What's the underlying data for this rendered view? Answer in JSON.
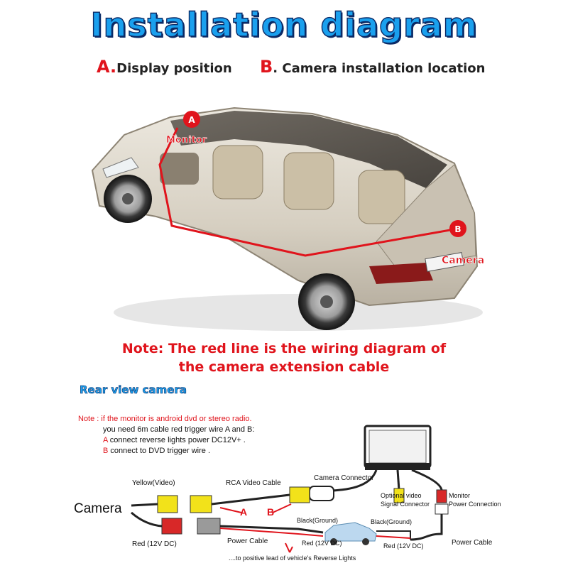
{
  "title": "Installation diagram",
  "labels": {
    "a_letter": "A.",
    "a_text": "Display position",
    "b_letter": "B",
    "b_text": ". Camera installation location"
  },
  "car": {
    "monitor_tag": "Monitor",
    "camera_tag": "Camera",
    "a_marker": "A",
    "b_marker": "B"
  },
  "red_note": {
    "line1": "Note: The red line is the wiring diagram of",
    "line2": "the camera extension cable"
  },
  "rear_section": {
    "title": "Rear view camera",
    "note": {
      "line1": "Note : if the monitor is android dvd or stereo radio.",
      "line2": "you need 6m cable red trigger wire A and B:",
      "line3_letter": "A",
      "line3": " connect reverse lights power DC12V+ .",
      "line4_letter": "B",
      "line4": " connect to DVD trigger wire ."
    }
  },
  "wiring": {
    "camera": "Camera",
    "yellow_video": "Yellow(Video)",
    "rca_cable": "RCA Video Cable",
    "camera_connector": "Camera Connector",
    "optional_video_1": "Optional video",
    "optional_video_2": "Signal Connector",
    "monitor_power_1": "Monitor",
    "monitor_power_2": "Power Connection",
    "wire_a": "A",
    "wire_b": "B",
    "black_ground_1": "Black(Ground)",
    "black_ground_2": "Black(Ground)",
    "red_12v_1": "Red (12V DC)",
    "power_cable_1": "Power Cable",
    "red_12v_2": "Red (12V DC)",
    "red_12v_3": "Red (12V DC)",
    "power_cable_2": "Power Cable",
    "reverse_lights": "....to positive lead of vehicle's Reverse Lights"
  },
  "colors": {
    "title_fill": "#1aa0ee",
    "title_outline": "#0b2a66",
    "accent_red": "#e0141c",
    "connector_yellow": "#f2e21a",
    "connector_red": "#d82828",
    "connector_gray": "#9a9a9a",
    "car_body": "#d8d2c6"
  }
}
